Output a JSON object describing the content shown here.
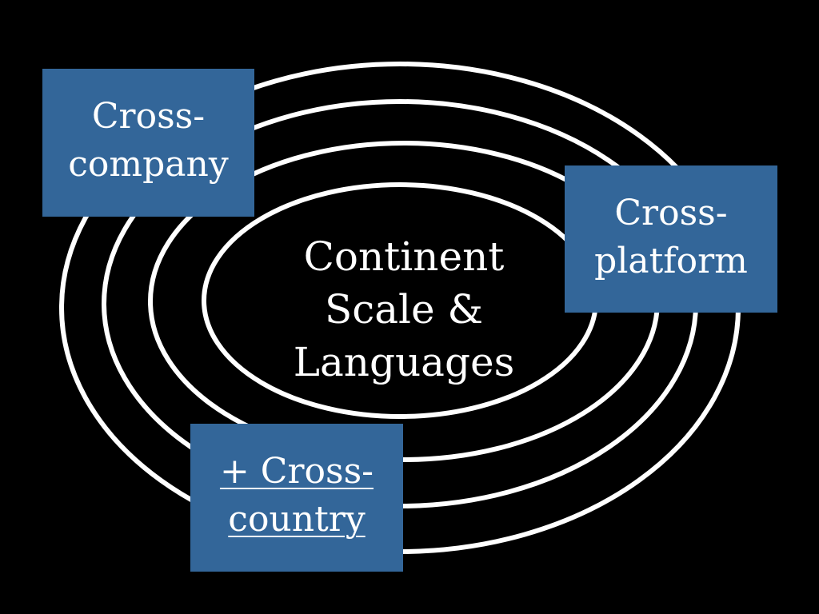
{
  "colors": {
    "background": "#000000",
    "ring": "#ffffff",
    "box_fill": "#336699",
    "text": "#ffffff"
  },
  "center": {
    "lines": [
      "Continent",
      "Scale &",
      "Languages"
    ]
  },
  "boxes": {
    "company": {
      "lines": [
        "Cross-",
        "company"
      ]
    },
    "platform": {
      "lines": [
        "Cross-",
        "platform"
      ]
    },
    "country": {
      "lines": [
        "+ Cross-",
        "country"
      ],
      "style": "underlined link"
    }
  }
}
